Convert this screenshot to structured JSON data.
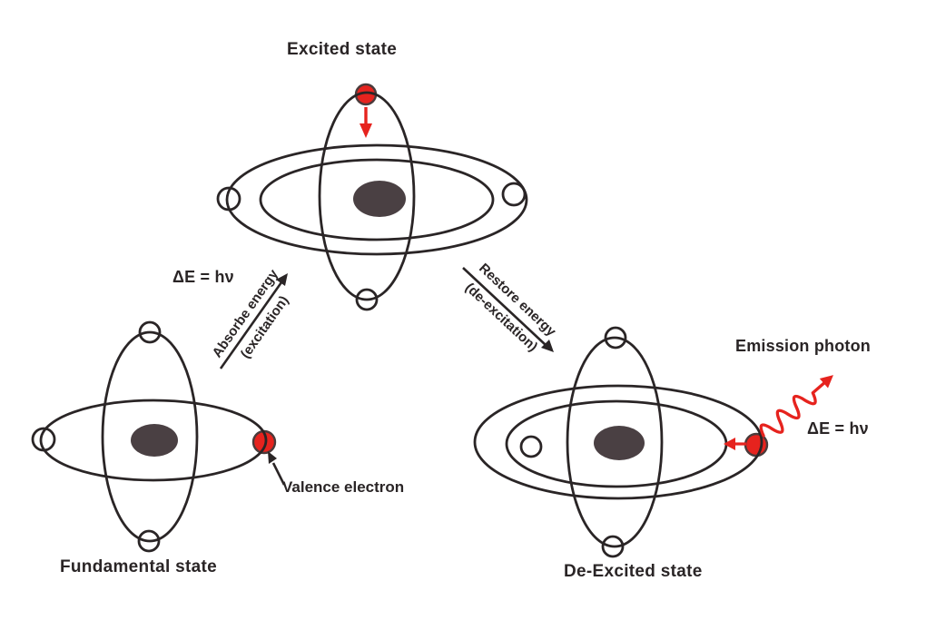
{
  "colors": {
    "ink": "#2a2526",
    "accent_red": "#e6231e",
    "nucleus_fill": "#4a4043",
    "background": "#ffffff"
  },
  "states": {
    "excited": {
      "label": "Excited state"
    },
    "fundamental": {
      "label": "Fundamental state"
    },
    "deexcited": {
      "label": "De-Excited state"
    }
  },
  "annotations": {
    "absorb": {
      "line1": "Absorbe energy",
      "line2": "(excitation)",
      "delta_e": "ΔE = hν"
    },
    "restore": {
      "line1": "Restore energy",
      "line2": "(de-excitation)"
    },
    "emission": {
      "label": "Emission photon",
      "delta_e": "ΔE = hν"
    },
    "valence": {
      "label": "Valence electron"
    }
  }
}
